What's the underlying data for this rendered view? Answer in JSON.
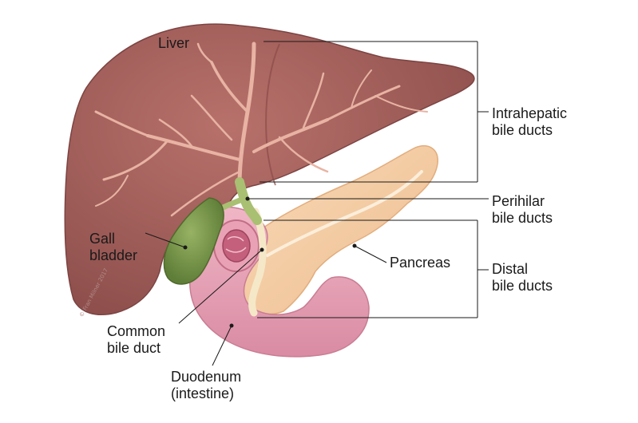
{
  "labels": {
    "liver": "Liver",
    "gallbladder": [
      "Gall",
      "bladder"
    ],
    "common_bile_duct": [
      "Common",
      "bile duct"
    ],
    "duodenum": [
      "Duodenum",
      "(intestine)"
    ],
    "pancreas": "Pancreas",
    "intrahepatic": [
      "Intrahepatic",
      "bile ducts"
    ],
    "perihilar": [
      "Perihilar",
      "bile ducts"
    ],
    "distal": [
      "Distal",
      "bile ducts"
    ]
  },
  "credit": "© Fran Milner 2017",
  "colors": {
    "liver": "#a8625f",
    "liver_dark": "#8e4f4d",
    "liver_duct": "#e9b4a4",
    "pancreas": "#f5cfa8",
    "pancreas_edge": "#e8b888",
    "gallbladder": "#7a9a4c",
    "duct_green": "#a7be6e",
    "duodenum": "#e8a0b4",
    "duodenum_inner": "#c4607c",
    "leader_lines": "#1a1a1a"
  }
}
